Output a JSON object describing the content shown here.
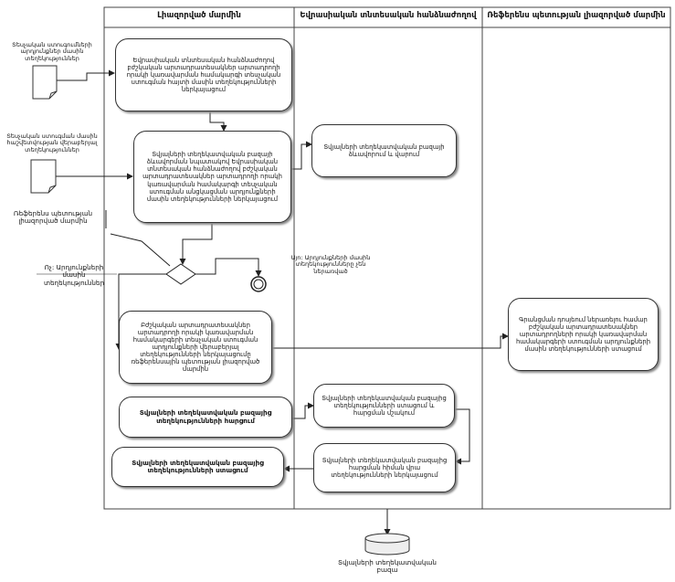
{
  "lanes": [
    {
      "title": "Լիազորված մարմին"
    },
    {
      "title": "Եվրասիական տնտեսական հանձնաժողով"
    },
    {
      "title": "Ռեֆերենս պետության լիազորված մարմին"
    }
  ],
  "inputs": {
    "doc1": "Տեսչական ստուգումների արդյունքներ մասին տեղեկություններ",
    "doc2": "Տեսչական ստուգման մասին հաշվետվության վերաբերյալ տեղեկություններ",
    "ref_body": "Ռեֆերենս պետության լիազորված մարմին"
  },
  "boxes": {
    "b1": "Եվրասիական տնտեսական հանձնաժողով բժշկական արտադրատեսակներ արտադրողի որակի կառավարման համակարգի տեսչական ստուգման հայտի մասին տեղեկությունների ներկայացում",
    "b2": "Տվյալների տեղեկատվական բազայի ձևավորման նպատակով Եվրասիական տնտեսական հանձնաժողով բժշկական արտադրատեսակներ արտադրողի որակի կառավարման համակարգի տեսչական ստուգման անցկացման արդյունքների մասին տեղեկությունների ներկայացում",
    "b3": "Տվյալների տեղեկատվական բազայի ձևավորում և վարում",
    "b4": "Բժշկական արտադրատեսակներ արտադրողի որակի կառավարման համակարգերի տեսչական ստուգման արդյունքների վերաբերյալ տեղեկությունների ներկայացումը ռեֆերենսային պետության լիազորված մարմին",
    "b5": "Գրանցման դոսյեում ներառելու համար բժշկական արտադրատեսակներ արտադրողների որակի կառավարման համակարգերի ստուգման արդյունքների մասին տեղեկությունների ստացում",
    "b6": "Տվյալների տեղեկատվական բազայից տեղեկությունների հարցում",
    "b7": "Տվյալների տեղեկատվական բազայից տեղեկությունների ստացում և հարցման մշակում",
    "b8": "Տվյալների տեղեկատվական բազայից հարցման հիման վրա տեղեկությունների ներկայացում",
    "b9": "Տվյալների տեղեկատվական բազայից տեղեկությունների ստացում"
  },
  "conditions": {
    "yes": "Այո: Արդյունքների մասին տեղեկությունները չեն ներառված",
    "no": "Ոչ: Արդյունքների մասին տեղեկություններ"
  },
  "database": {
    "label": "Տվյալների տեղեկատվական բազա"
  }
}
